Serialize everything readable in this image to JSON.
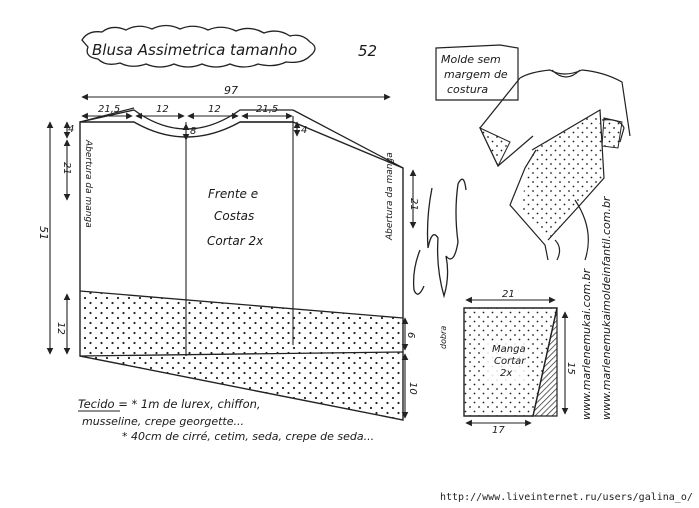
{
  "title": "Blusa Assimetrica tamanho",
  "size": "52",
  "note_box": {
    "line1": "Molde sem",
    "line2": "margem de",
    "line3": "costura"
  },
  "front": {
    "width_total": "97",
    "top_segments": [
      "21,5",
      "12",
      "12",
      "21,5"
    ],
    "neck_depth": "8",
    "shoulder_drop_left": "4",
    "shoulder_drop_right": "4",
    "height_left": "51",
    "armhole_left": "21",
    "armhole_left_label": "Abertura da manga",
    "armhole_right": "21",
    "armhole_right_label": "Abertura da manga",
    "lower_left": "12",
    "lower_right_a": "6",
    "lower_right_b": "10",
    "label_line1": "Frente e",
    "label_line2": "Costas",
    "label_line3": "Cortar 2x"
  },
  "fabric": {
    "line1": "Tecido = * 1m  de lurex, chiffon,",
    "line2": "musseline, crepe georgette...",
    "line3": "* 40cm  de cirré, cetim, seda, crepe de seda..."
  },
  "sleeve": {
    "top": "21",
    "bottom": "17",
    "height": "15",
    "fold": "dobra",
    "label_line1": "Manga",
    "label_line2": "Cortar",
    "label_line3": "2x"
  },
  "signature": "Marlene Mukai",
  "websites": [
    "www.marlenemukai.com.br",
    "www.marlenemukaimoldeinfantil.com.br"
  ],
  "footer_url": "http://www.liveinternet.ru/users/galina_o/"
}
